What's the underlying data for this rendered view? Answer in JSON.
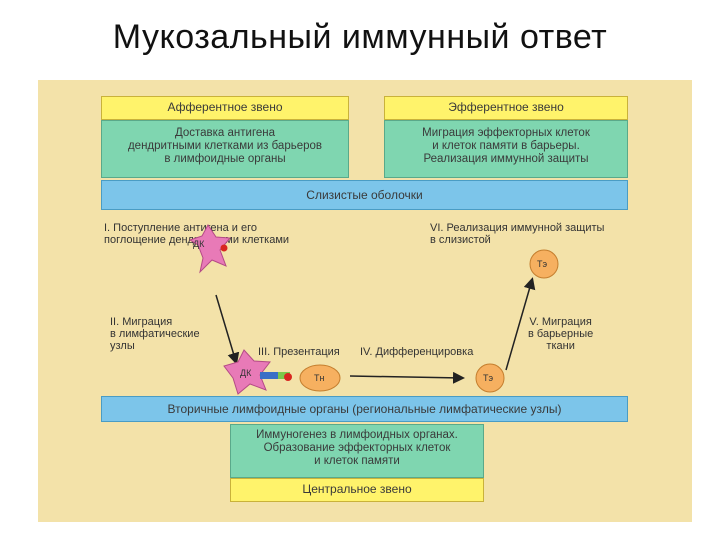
{
  "title": "Мукозальный иммунный ответ",
  "afferent": {
    "header": "Афферентное звено",
    "body": [
      "Доставка антигена",
      "дендритными клетками из барьеров",
      "в лимфоидные органы"
    ]
  },
  "efferent": {
    "header": "Эфферентное звено",
    "body": [
      "Миграция эффекторных клеток",
      "и клеток памяти в барьеры.",
      "Реализация иммунной защиты"
    ]
  },
  "mucosa_bar": "Слизистые оболочки",
  "secondary_bar": "Вторичные лимфоидные органы (региональные лимфатические узлы)",
  "central": {
    "body": [
      "Иммуногенез в лимфоидных органах.",
      "Образование эффекторных клеток",
      "и клеток памяти"
    ],
    "footer": "Центральное звено"
  },
  "steps": {
    "s1": [
      "I. Поступление антигена и его",
      "поглощение дендритными клетками"
    ],
    "s2": [
      "II. Миграция",
      "в лимфатические",
      "узлы"
    ],
    "s3": "III. Презентация",
    "s4": "IV. Дифференцировка",
    "s5": [
      "V. Миграция",
      "в барьерные",
      "ткани"
    ],
    "s6": [
      "VI. Реализация иммунной защиты",
      "в слизистой"
    ]
  },
  "cells": {
    "dc_top": "ДК",
    "dc_bottom": "ДК",
    "th": "Тн",
    "te_mid": "Тэ",
    "te_top": "Тэ"
  },
  "colors": {
    "yellow": "#fff36b",
    "teal": "#7fd6b0",
    "blue": "#7cc5ea",
    "panel": "#f3e2a9",
    "dendritic_cell": "#e87ab7",
    "t_cell": "#f6b060",
    "antigen": "#d8261f"
  }
}
